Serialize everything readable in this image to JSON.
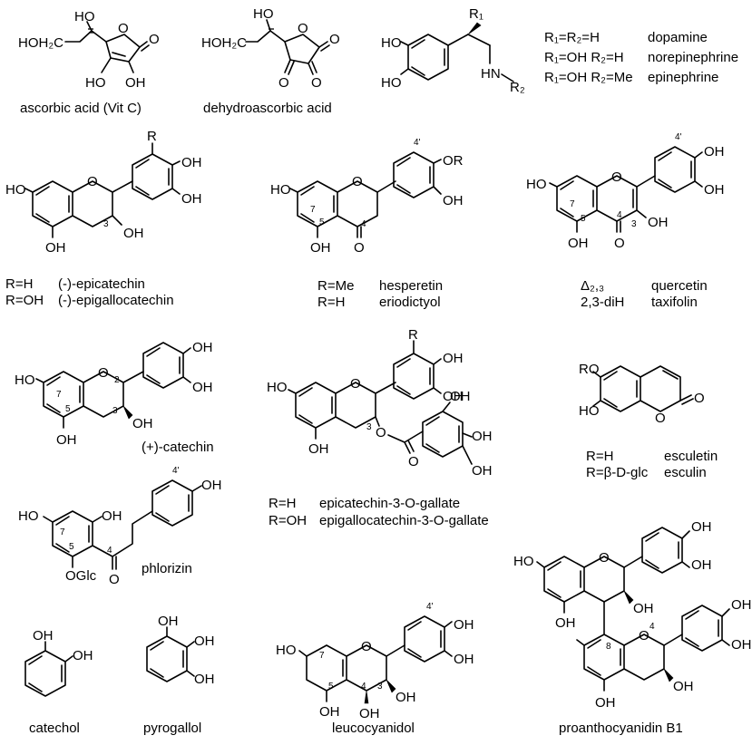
{
  "compounds": {
    "ascorbic": {
      "name": "ascorbic acid (Vit C)",
      "ho_top": "HO",
      "hoh2c": "HOH₂C",
      "o_ring": "O",
      "o_carbonyl": "O",
      "ho_bottom_left": "HO",
      "oh_bottom_right": "OH"
    },
    "dehydroascorbic": {
      "name": "dehydroascorbic acid",
      "ho_top": "HO",
      "hoh2c": "HOH₂C",
      "o_ring": "O",
      "o_carbonyl": "O",
      "o_left": "O",
      "o_right": "O"
    },
    "catecholamine": {
      "r1": "R₁",
      "ho_top": "HO",
      "ho_bottom": "HO",
      "hn": "HN",
      "r2": "R₂",
      "variants": [
        {
          "def": "R₁=R₂=H",
          "name": "dopamine"
        },
        {
          "def": "R₁=OH R₂=H",
          "name": "norepinephrine"
        },
        {
          "def": "R₁=OH R₂=Me",
          "name": "epinephrine"
        }
      ]
    },
    "epicatechin": {
      "r": "R",
      "oh_a": "OH",
      "oh_b": "OH",
      "ho": "HO",
      "o": "O",
      "oh3": "OH",
      "oh5": "OH",
      "n3": "3",
      "variants": [
        {
          "def": "R=H",
          "name": "(-)-epicatechin"
        },
        {
          "def": "R=OH",
          "name": "(-)-epigallocatechin"
        }
      ]
    },
    "hesperetin": {
      "or": "OR",
      "oh": "OH",
      "ho": "HO",
      "o": "O",
      "oh5": "OH",
      "o4": "O",
      "n4p": "4'",
      "n7": "7",
      "n5": "5",
      "n4": "4",
      "variants": [
        {
          "def": "R=Me",
          "name": "hesperetin"
        },
        {
          "def": "R=H",
          "name": "eriodictyol"
        }
      ]
    },
    "quercetin": {
      "oh_a": "OH",
      "oh_b": "OH",
      "ho": "HO",
      "o": "O",
      "oh3": "OH",
      "oh5": "OH",
      "o4": "O",
      "n4p": "4'",
      "n7": "7",
      "n5": "5",
      "n4": "4",
      "n3": "3",
      "variants": [
        {
          "def": "Δ₂,₃",
          "name": "quercetin"
        },
        {
          "def": "2,3-diH",
          "name": "taxifolin"
        }
      ]
    },
    "catechin": {
      "name": "(+)-catechin",
      "oh_a": "OH",
      "oh_b": "OH",
      "ho": "HO",
      "o": "O",
      "oh3": "OH",
      "oh5": "OH",
      "n7": "7",
      "n5": "5",
      "n2": "2",
      "n3": "3"
    },
    "ecg": {
      "r": "R",
      "oh_a": "OH",
      "oh_b": "OH",
      "ho": "HO",
      "o": "O",
      "oh5": "OH",
      "o_ester": "O",
      "o_carbonyl": "O",
      "g_oh1": "OH",
      "g_oh2": "OH",
      "g_oh3": "OH",
      "n3": "3",
      "variants": [
        {
          "def": "R=H",
          "name": "epicatechin-3-O-gallate"
        },
        {
          "def": "R=OH",
          "name": "epigallocatechin-3-O-gallate"
        }
      ]
    },
    "esculetin": {
      "ro": "RO",
      "ho": "HO",
      "o_ring": "O",
      "o_carbonyl": "O",
      "variants": [
        {
          "def": "R=H",
          "name": "esculetin"
        },
        {
          "def": "R=β-D-glc",
          "name": "esculin"
        }
      ]
    },
    "phlorizin": {
      "name": "phlorizin",
      "oh_top": "OH",
      "ho": "HO",
      "oh": "OH",
      "oglc": "OGlc",
      "o": "O",
      "n4p": "4'",
      "n7": "7",
      "n5": "5",
      "n4": "4"
    },
    "catechol": {
      "name": "catechol",
      "oh1": "OH",
      "oh2": "OH"
    },
    "pyrogallol": {
      "name": "pyrogallol",
      "oh1": "OH",
      "oh2": "OH",
      "oh3": "OH"
    },
    "leucocyanidol": {
      "name": "leucocyanidol",
      "oh_a": "OH",
      "oh_b": "OH",
      "ho": "HO",
      "o": "O",
      "oh3": "OH",
      "oh4": "OH",
      "oh5": "OH",
      "n4p": "4'",
      "n7": "7",
      "n5": "5",
      "n4": "4",
      "n3": "3"
    },
    "proanthocyanidin": {
      "name": "proanthocyanidin B1",
      "oh_a": "OH",
      "oh_b": "OH",
      "ho": "HO",
      "o_top": "O",
      "oh_top3": "OH",
      "oh_top5": "OH",
      "oh_c": "OH",
      "oh_d": "OH",
      "o_bottom": "O",
      "oh_bot3": "OH",
      "oh_bot5": "OH",
      "n4": "4",
      "n8": "8"
    }
  }
}
